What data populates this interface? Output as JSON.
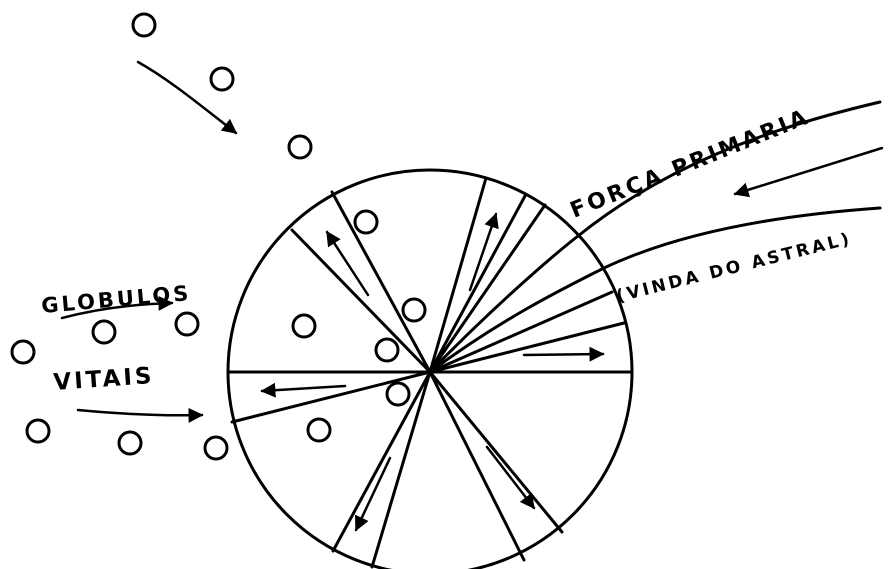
{
  "labels": {
    "forca_primaria": "FORÇA PRIMARIA",
    "vinda_do_astral": "(VINDA DO ASTRAL)",
    "globulos": "GLOBULOS",
    "vitais": "VITAIS"
  },
  "colors": {
    "ink": "#000000",
    "background": "#ffffff"
  }
}
